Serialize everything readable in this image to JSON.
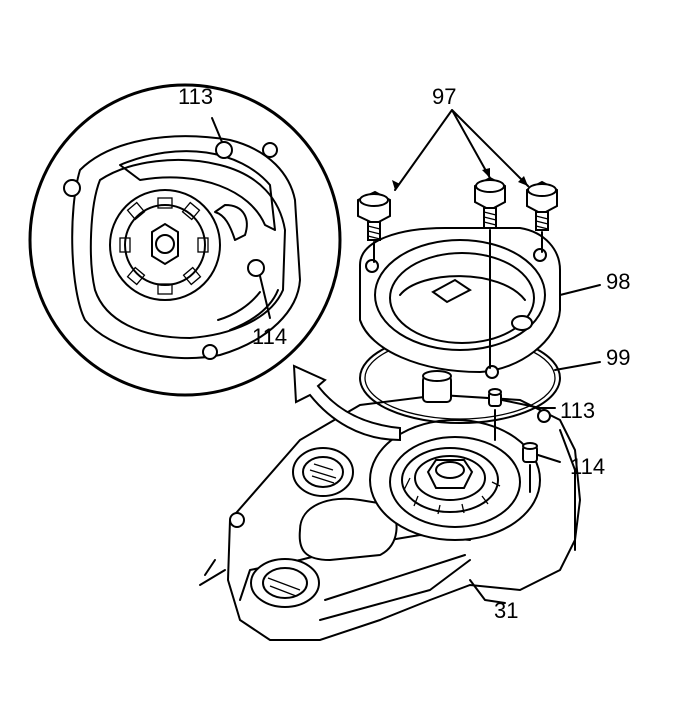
{
  "callouts": {
    "c97": "97",
    "c98": "98",
    "c99": "99",
    "c113_main": "113",
    "c114_main": "114",
    "c31": "31",
    "c113_inset": "113",
    "c114_inset": "114"
  }
}
